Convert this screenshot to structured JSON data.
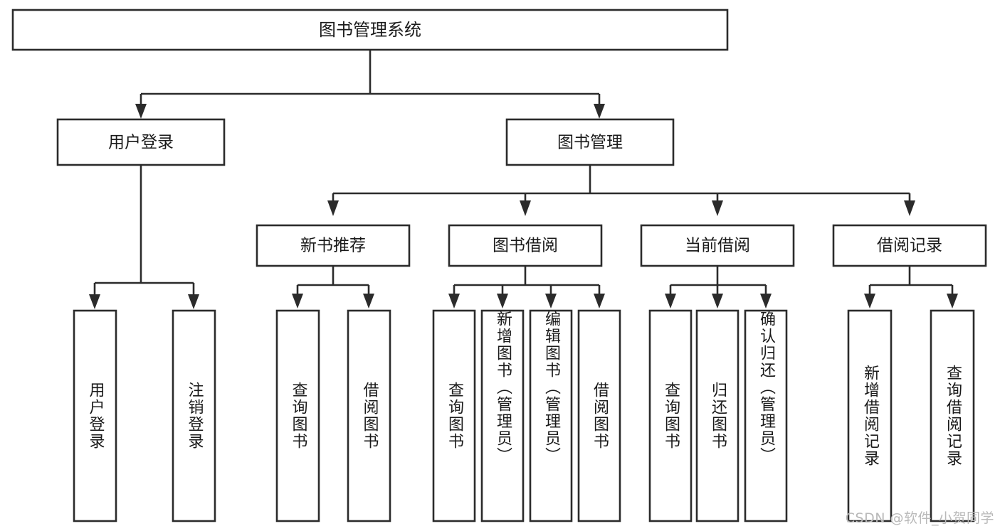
{
  "diagram": {
    "type": "tree-hierarchy",
    "orientation": "top-down",
    "background_color": "#ffffff",
    "line_color": "#2b2b2b",
    "text_color": "#1a1a1a",
    "box_fill": "#ffffff"
  },
  "root": {
    "label": "图书管理系统"
  },
  "level2": [
    {
      "label": "用户登录"
    },
    {
      "label": "图书管理"
    }
  ],
  "level3": [
    {
      "label": "新书推荐"
    },
    {
      "label": "图书借阅"
    },
    {
      "label": "当前借阅"
    },
    {
      "label": "借阅记录"
    }
  ],
  "leaves": {
    "user_login": [
      {
        "label": "用户登录"
      },
      {
        "label": "注销登录"
      }
    ],
    "new_book_recommend": [
      {
        "label": "查询图书"
      },
      {
        "label": "借阅图书"
      }
    ],
    "book_borrow": [
      {
        "label": "查询图书"
      },
      {
        "label": "新增图书（管理员）"
      },
      {
        "label": "编辑图书（管理员）"
      },
      {
        "label": "借阅图书"
      }
    ],
    "current_borrow": [
      {
        "label": "查询图书"
      },
      {
        "label": "归还图书"
      },
      {
        "label": "确认归还（管理员）"
      }
    ],
    "borrow_records": [
      {
        "label": "新增借阅记录"
      },
      {
        "label": "查询借阅记录"
      }
    ]
  },
  "watermark": {
    "text": "CSDN @软件_小贺同学",
    "color": "#b9b9b9"
  }
}
